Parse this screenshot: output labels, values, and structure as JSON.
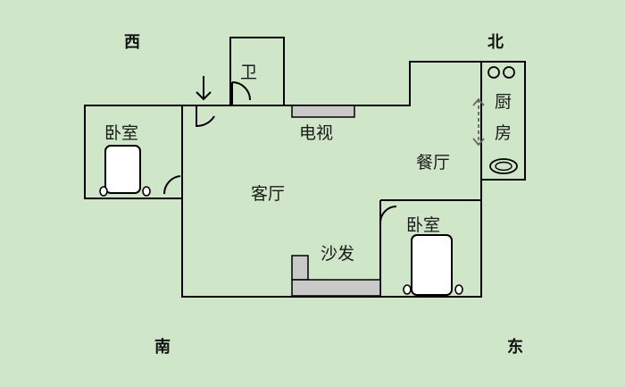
{
  "compass": {
    "west": "西",
    "north": "北",
    "south": "南",
    "east": "东"
  },
  "rooms": {
    "bathroom": "卫",
    "bedroom_west": "卧室",
    "tv": "电视",
    "living_room": "客厅",
    "kitchen_1": "厨",
    "kitchen_2": "房",
    "dining_room": "餐厅",
    "bedroom_east": "卧室",
    "sofa": "沙发"
  },
  "colors": {
    "background": "#cfe6c8",
    "wall": "#000000",
    "furniture_fill": "#c9c9c9",
    "bed_fill": "#ffffff"
  },
  "icons": {
    "entry": "down-arrow-icon",
    "kitchen_flow": "double-arrow-icon",
    "stove": "burner-icon",
    "sink": "oval-sink-icon"
  }
}
